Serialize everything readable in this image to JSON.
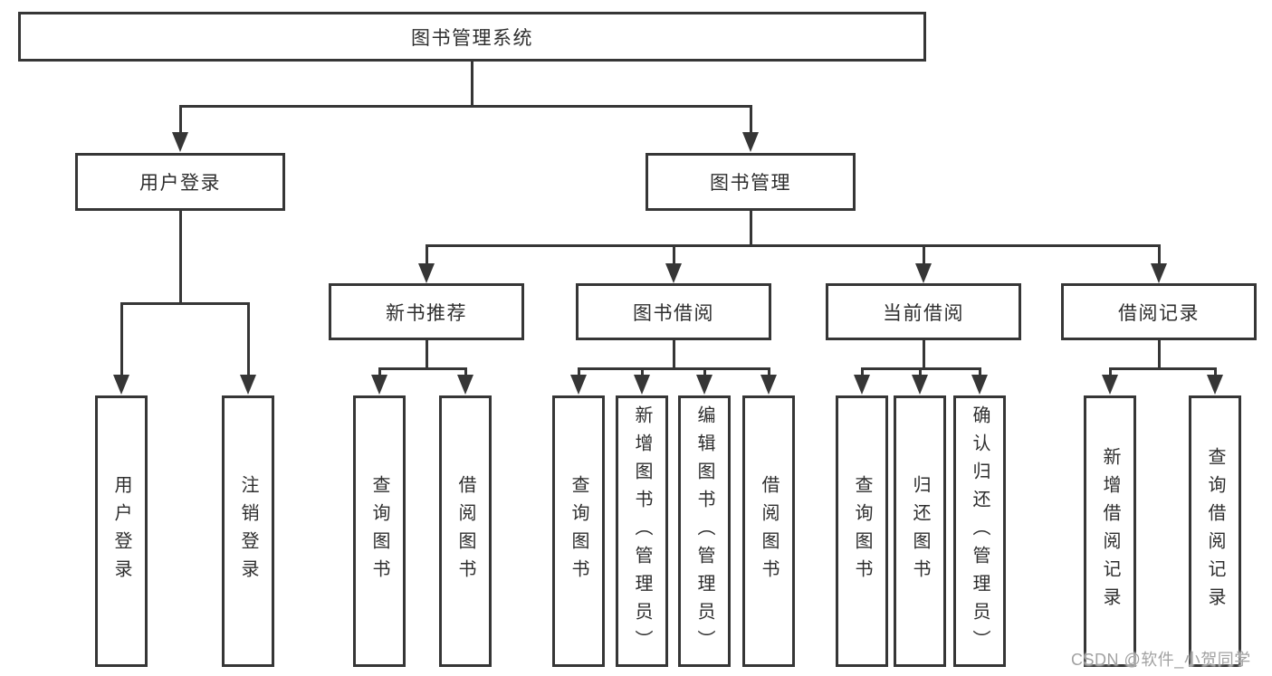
{
  "tree": {
    "root": "图书管理系统",
    "branches": [
      {
        "label": "用户登录",
        "leaves": [
          "用户登录",
          "注销登录"
        ]
      },
      {
        "label": "图书管理",
        "children": [
          {
            "label": "新书推荐",
            "leaves": [
              "查询图书",
              "借阅图书"
            ]
          },
          {
            "label": "图书借阅",
            "leaves": [
              "查询图书",
              "新增图书（管理员）",
              "编辑图书（管理员）",
              "借阅图书"
            ]
          },
          {
            "label": "当前借阅",
            "leaves": [
              "查询图书",
              "归还图书",
              "确认归还（管理员）"
            ]
          },
          {
            "label": "借阅记录",
            "leaves": [
              "新增借阅记录",
              "查询借阅记录"
            ]
          }
        ]
      }
    ]
  },
  "watermark": "CSDN @软件_小贺同学",
  "colors": {
    "line": "#363636",
    "text": "#2e2e2e",
    "watermark": "#a2a2a2",
    "background": "#ffffff"
  }
}
